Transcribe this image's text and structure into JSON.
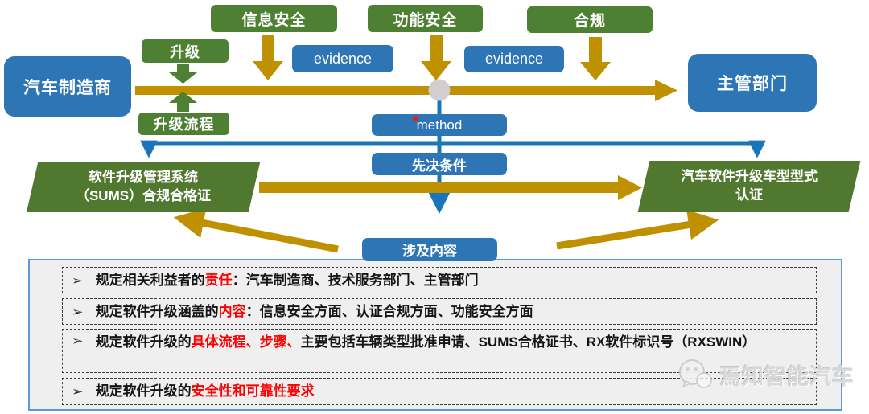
{
  "colors": {
    "green": "#4E8034",
    "parallelogram_green": "#50792F",
    "blue": "#2E75B6",
    "line_blue": "#1B75BB",
    "gold": "#BF9000",
    "circle_gray": "#D0CECE",
    "panel_fill": "#EFEFEF",
    "panel_border": "#5B9BD5",
    "highlight_red": "#FE0000"
  },
  "diagram": {
    "actors": {
      "manufacturer": "汽车制造商",
      "authority": "主管部门"
    },
    "top_labels": [
      "信息安全",
      "功能安全",
      "合规"
    ],
    "evidence_labels": [
      "evidence",
      "evidence"
    ],
    "upgrade_label": "升级",
    "upgrade_process_label": "升级流程",
    "method_label": "method",
    "precondition_label": "先决条件",
    "content_label": "涉及内容",
    "left_parallelogram": {
      "line1": "软件升级管理系统",
      "line2": "（SUMS）合规合格证"
    },
    "right_parallelogram": {
      "line1": "汽车软件升级车型型式",
      "line2": "认证"
    },
    "icons": [
      "red-dot-marker",
      "gray-node-circle",
      "gold-arrow",
      "blue-arrow",
      "green-arrow"
    ]
  },
  "notes": {
    "items": [
      {
        "bullet": "➢",
        "segments": [
          {
            "text": "规定相关利益者的",
            "color": "black"
          },
          {
            "text": "责任",
            "color": "red"
          },
          {
            "text": "：汽车制造商、技术服务部门、主管部门",
            "color": "black"
          }
        ]
      },
      {
        "bullet": "➢",
        "segments": [
          {
            "text": "规定软件升级涵盖的",
            "color": "black"
          },
          {
            "text": "内容",
            "color": "red"
          },
          {
            "text": "：信息安全方面、认证合规方面、功能安全方面",
            "color": "black"
          }
        ]
      },
      {
        "bullet": "➢",
        "segments": [
          {
            "text": "规定软件升级的",
            "color": "black"
          },
          {
            "text": "具体流程、步骤、",
            "color": "red"
          },
          {
            "text": "主要包括车辆类型批准申请、SUMS合格证书、RX软件标识号（RXSWIN）",
            "color": "black"
          }
        ]
      },
      {
        "bullet": "➢",
        "segments": [
          {
            "text": "规定软件升级的",
            "color": "black"
          },
          {
            "text": "安全性和可靠性要求",
            "color": "red"
          }
        ]
      }
    ]
  },
  "watermark": {
    "text": "焉知智能汽车",
    "icon": "wechat-icon"
  }
}
